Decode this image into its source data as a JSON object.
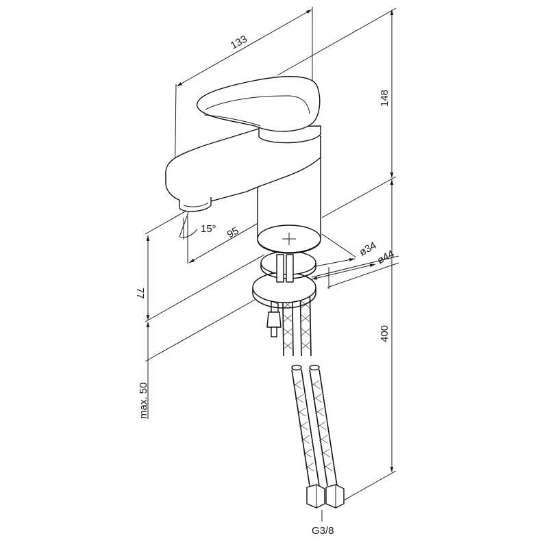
{
  "dimensions": {
    "width_133": "133",
    "height_148": "148",
    "reach_95": "95",
    "angle_15": "15°",
    "height_77": "77",
    "max_50": "max. 50",
    "hose_400": "400",
    "dia_34": "ø34",
    "dia_44": "ø44",
    "thread_g38": "G3/8"
  }
}
